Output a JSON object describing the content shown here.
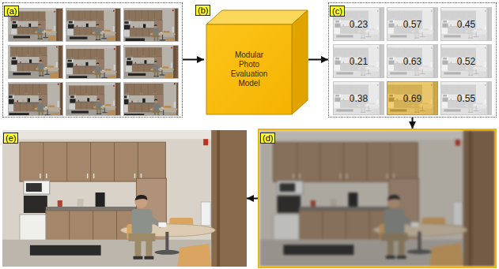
{
  "diagram": {
    "nodes": [
      {
        "text": [
          "(a)"
        ]
      },
      {
        "text": [
          "(b)",
          "Modular Photo Evaluation Model"
        ]
      },
      {
        "text": [
          "(c)"
        ]
      },
      {
        "text": [
          "0.23"
        ],
        "in": 2
      },
      {
        "text": [
          "0.57"
        ],
        "in": 2
      },
      {
        "text": [
          "0.45"
        ],
        "in": 2
      },
      {
        "text": [
          "0.21"
        ],
        "in": 2
      },
      {
        "text": [
          "0.63"
        ],
        "in": 2
      },
      {
        "text": [
          "0.52"
        ],
        "in": 2
      },
      {
        "text": [
          "0.38"
        ],
        "in": 2
      },
      {
        "text": [
          "0.69"
        ],
        "in": 2
      },
      {
        "text": [
          "0.55"
        ],
        "in": 2
      },
      {
        "text": [
          "(e)"
        ]
      },
      {
        "text": [
          "(d)"
        ]
      }
    ],
    "edges": [
      {
        "from": 0,
        "to": 1,
        "arrow": "to"
      },
      {
        "from": 1,
        "to": 2,
        "arrow": "to"
      },
      {
        "from": 2,
        "to": 13,
        "arrow": "to"
      },
      {
        "from": 13,
        "to": 12,
        "arrow": "to"
      }
    ]
  }
}
